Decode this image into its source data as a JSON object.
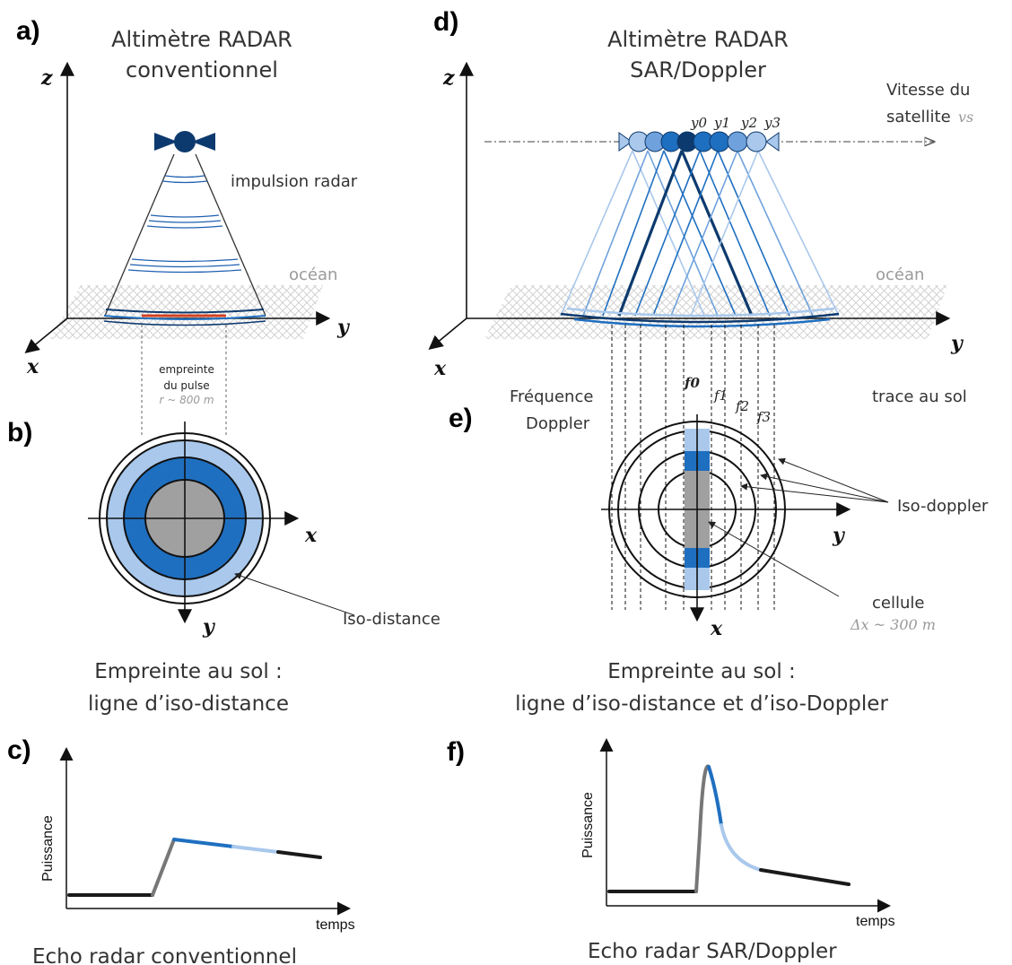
{
  "panels": {
    "a": "a)",
    "b": "b)",
    "c": "c)",
    "d": "d)",
    "e": "e)",
    "f": "f)"
  },
  "titles": {
    "conventional_line1": "Altimètre RADAR",
    "conventional_line2": "conventionnel",
    "sar_line1": "Altimètre RADAR",
    "sar_line2": "SAR/Doppler"
  },
  "labels": {
    "impulsion": "impulsion radar",
    "ocean_left": "océan",
    "ocean_right": "océan",
    "empreinte_line1": "empreinte",
    "empreinte_line2": "du pulse",
    "empreinte_line3": "r ~ 800 m",
    "iso_distance": "Iso-distance",
    "vitesse_line1": "Vitesse du",
    "vitesse_line2": "satellite",
    "vitesse_symbol": "vs",
    "trace": "trace au sol",
    "frequence_line1": "Fréquence",
    "frequence_line2": "Doppler",
    "iso_doppler": "Iso-doppler",
    "cellule": "cellule",
    "cellule_size": "Δx ~ 300 m",
    "positions": [
      "y0",
      "y1",
      "y2",
      "y3"
    ],
    "frequencies": [
      "f0",
      "f1",
      "f2",
      "f3"
    ]
  },
  "axes": {
    "x": "x",
    "y": "y",
    "z": "z"
  },
  "captions": {
    "b_line1": "Empreinte au sol :",
    "b_line2": "ligne d’iso-distance",
    "e_line1": "Empreinte au sol :",
    "e_line2": "ligne d’iso-distance et d’iso-Doppler",
    "c": "Echo radar conventionnel",
    "f": "Echo radar SAR/Doppler"
  },
  "plots": {
    "ylabel": "Puissance",
    "xlabel": "temps"
  },
  "colors": {
    "dark_blue": "#0d3a6e",
    "mid_blue": "#1f6fc0",
    "light_blue": "#a9c8ec",
    "grey_fill": "#a0a0a0",
    "red": "#d04020"
  }
}
